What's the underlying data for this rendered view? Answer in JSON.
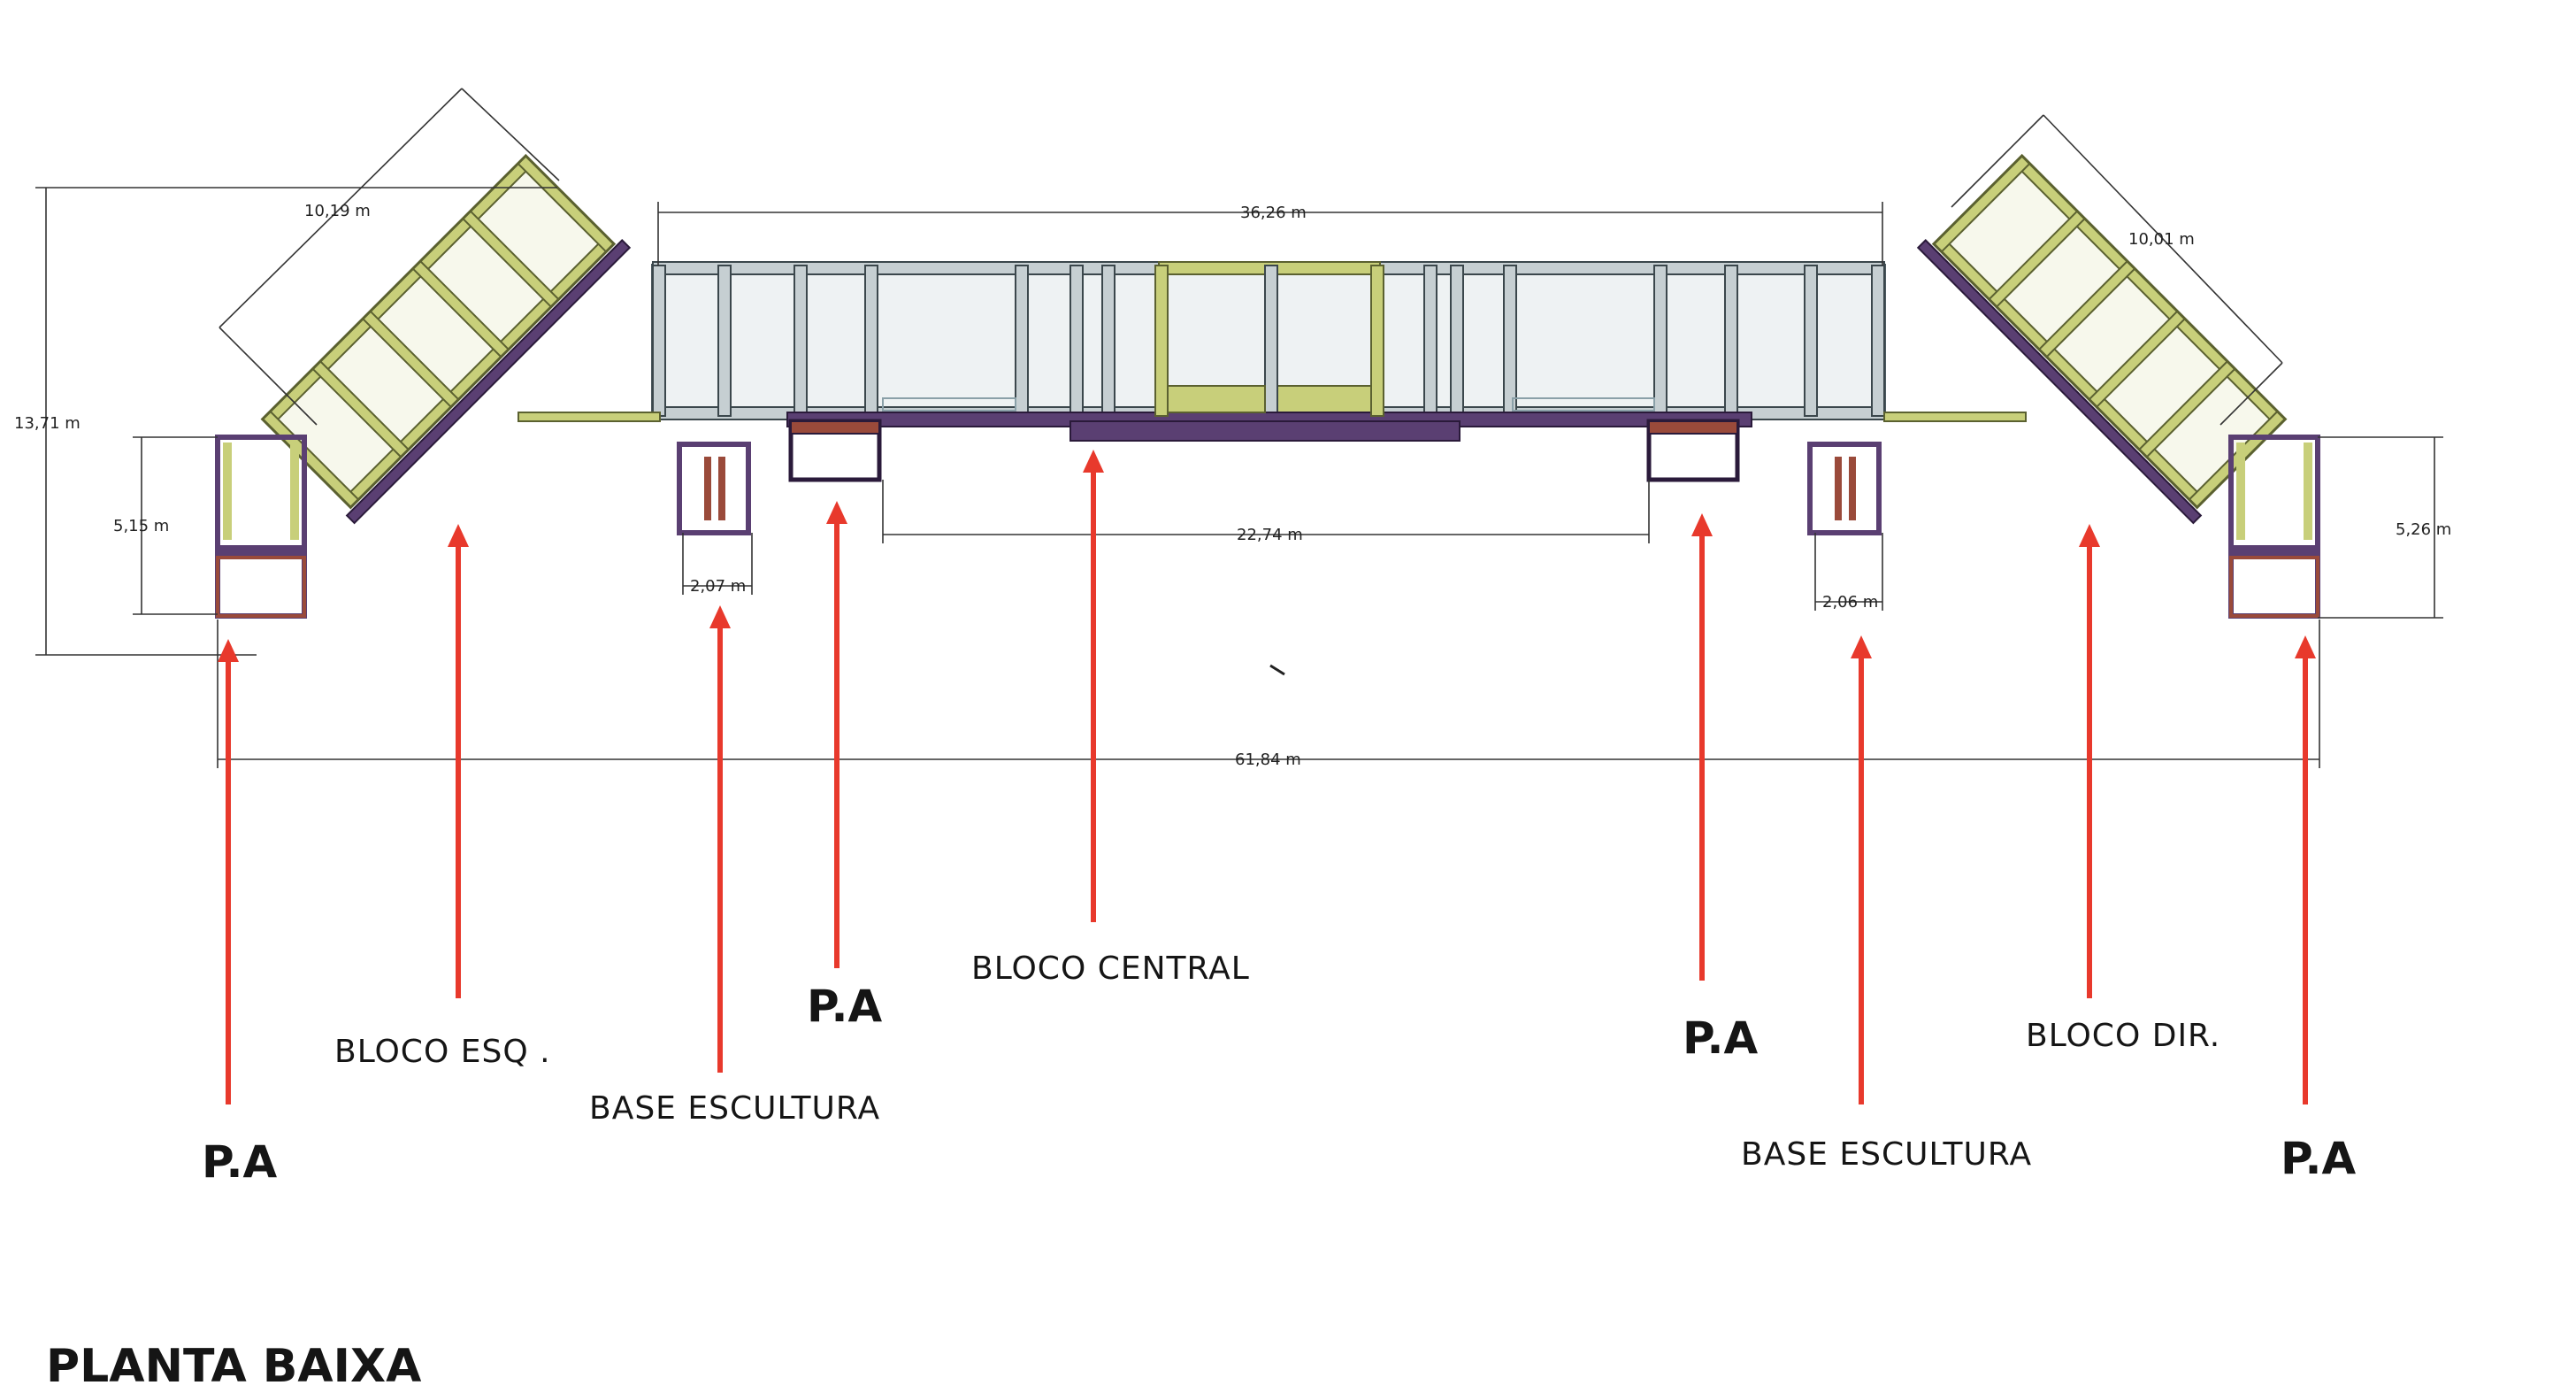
{
  "title": "PLANTA BAIXA",
  "dimensions": {
    "left_diag": "10,19 m",
    "center_top": "36,26 m",
    "right_diag": "10,01 m",
    "total_height": "13,71 m",
    "left_pa_height": "5,15 m",
    "right_pa_height": "5,26 m",
    "base_left_width": "2,07 m",
    "center_span": "22,74 m",
    "base_right_width": "2,06 m",
    "total_width": "61,84 m"
  },
  "labels": {
    "bloco_esq": "BLOCO ESQ .",
    "base_escultura_left": "BASE ESCULTURA",
    "pa_1": "P.A",
    "pa_2": "P.A",
    "bloco_central": "BLOCO CENTRAL",
    "pa_3": "P.A",
    "bloco_dir": "BLOCO DIR.",
    "base_escultura_right": "BASE ESCULTURA",
    "pa_4": "P.A"
  },
  "colors": {
    "arrow": "#e8392c",
    "truss_light": "#c6cfd2",
    "truss_yellow": "#c8cf7a",
    "truss_purple": "#5a3f72",
    "truss_red": "#9a4a3a",
    "dimension_line": "#333333"
  }
}
